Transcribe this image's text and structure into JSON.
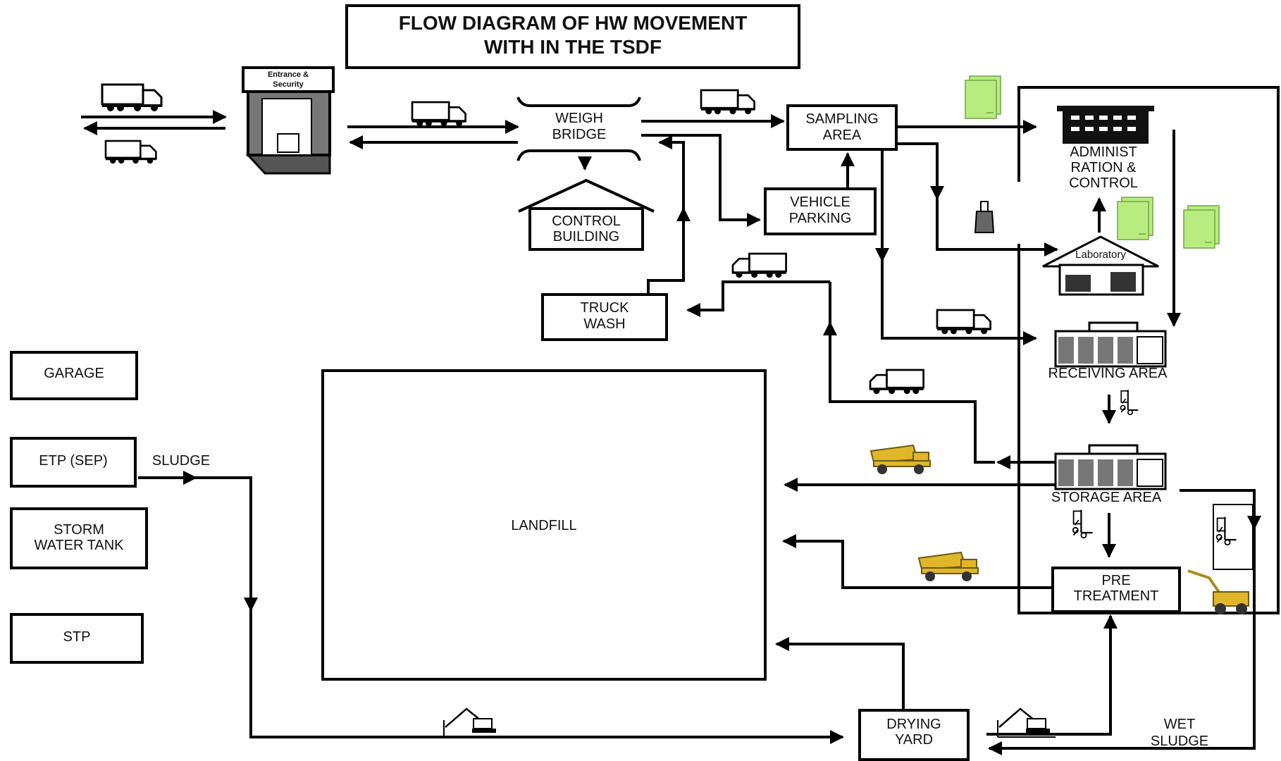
{
  "diagram": {
    "title_line1": "FLOW DIAGRAM OF HW MOVEMENT",
    "title_line2": "WITH IN THE TSDF",
    "nodes": {
      "entrance_security": [
        "Entrance &",
        "Security"
      ],
      "weigh_bridge": [
        "WEIGH",
        "BRIDGE"
      ],
      "control_building": [
        "CONTROL",
        "BUILDING"
      ],
      "sampling_area": [
        "SAMPLING",
        "AREA"
      ],
      "vehicle_parking": [
        "VEHICLE",
        "PARKING"
      ],
      "truck_wash": [
        "TRUCK",
        "WASH"
      ],
      "administration": [
        "ADMINIST",
        "RATION &",
        "CONTROL"
      ],
      "laboratory": "Laboratory",
      "receiving_area": "RECEIVING AREA",
      "storage_area": "STORAGE AREA",
      "pre_treatment": [
        "PRE",
        "TREATMENT"
      ],
      "garage": "GARAGE",
      "etp": "ETP (SEP)",
      "storm_water_tank": [
        "STORM",
        "WATER TANK"
      ],
      "stp": "STP",
      "landfill": "LANDFILL",
      "drying_yard": [
        "DRYING",
        "YARD"
      ]
    },
    "flow_labels": {
      "sludge": "SLUDGE",
      "wet_sludge": [
        "WET",
        "SLUDGE"
      ]
    },
    "icons": [
      "truck-icon",
      "dump-truck-icon",
      "forklift-icon",
      "sampling-bottle-icon",
      "document-icon",
      "excavator-icon",
      "building-icon"
    ]
  }
}
